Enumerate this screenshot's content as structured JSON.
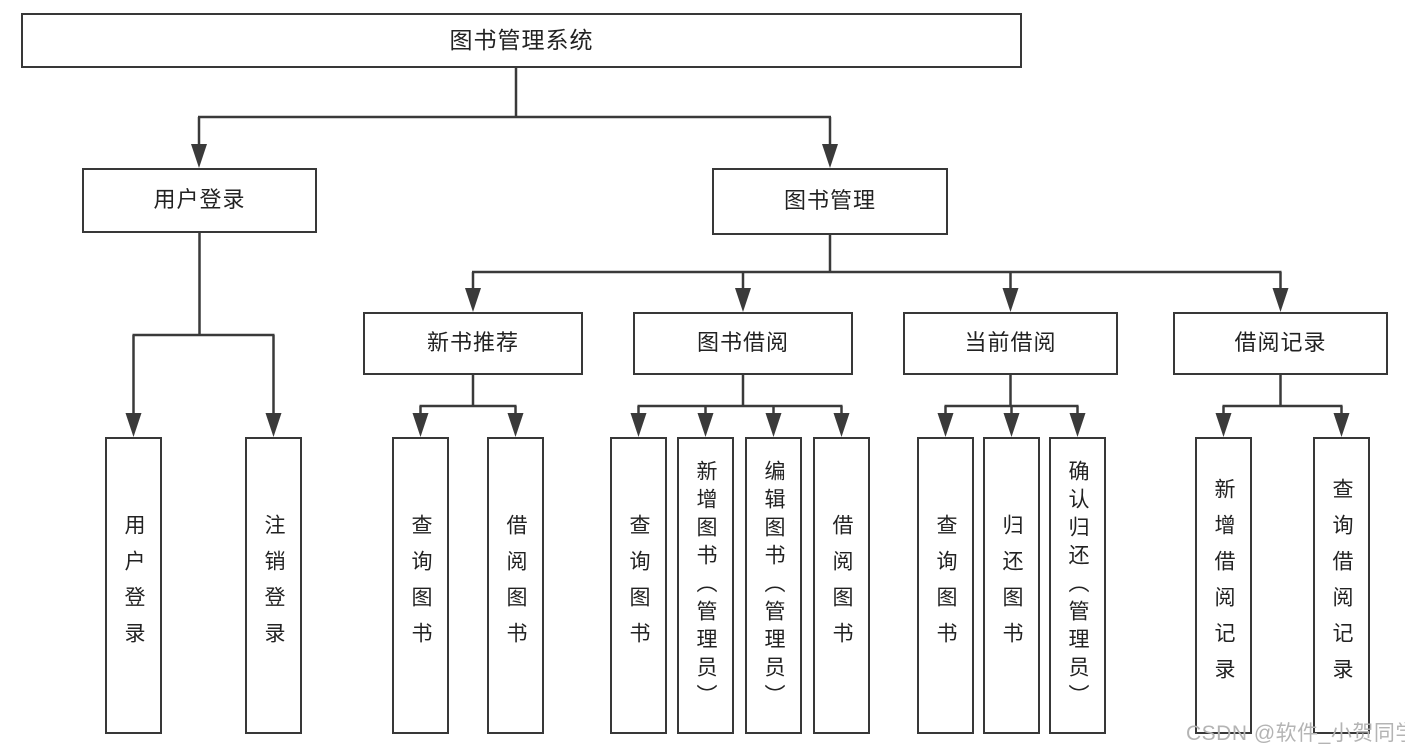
{
  "diagram": {
    "title": "图书管理系统",
    "branches": [
      {
        "label": "用户登录",
        "children": [
          {
            "label": "用户登录"
          },
          {
            "label": "注销登录"
          }
        ]
      },
      {
        "label": "图书管理",
        "children": [
          {
            "label": "新书推荐",
            "children": [
              {
                "label": "查询图书"
              },
              {
                "label": "借阅图书"
              }
            ]
          },
          {
            "label": "图书借阅",
            "children": [
              {
                "label": "查询图书"
              },
              {
                "label": "新增图书（管理员）"
              },
              {
                "label": "编辑图书（管理员）"
              },
              {
                "label": "借阅图书"
              }
            ]
          },
          {
            "label": "当前借阅",
            "children": [
              {
                "label": "查询图书"
              },
              {
                "label": "归还图书"
              },
              {
                "label": "确认归还（管理员）"
              }
            ]
          },
          {
            "label": "借阅记录",
            "children": [
              {
                "label": "新增借阅记录"
              },
              {
                "label": "查询借阅记录"
              }
            ]
          }
        ]
      }
    ],
    "colors": {
      "line": "#3a3a3a",
      "box_border": "#383838",
      "box_fill": "#ffffff",
      "text": "#222222",
      "watermark": "#b4b4b4",
      "background": "#ffffff"
    }
  },
  "watermark": {
    "text": "CSDN @软件_小贺同学"
  }
}
